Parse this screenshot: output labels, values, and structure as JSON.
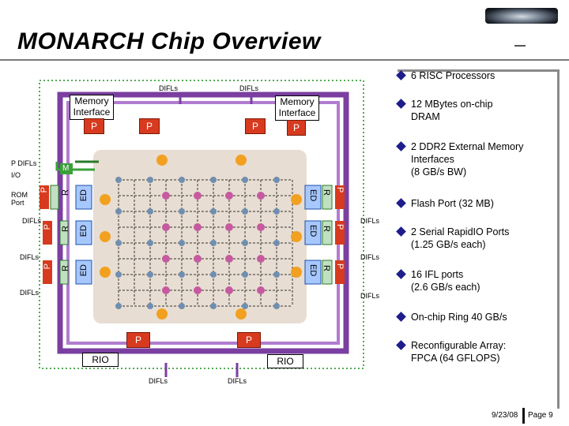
{
  "slide": {
    "title": "MONARCH Chip Overview",
    "footer_date": "9/23/08",
    "footer_page": "Page 9"
  },
  "bullets": [
    {
      "text": "6 RISC Processors"
    },
    {
      "text": "12 MBytes on-chip\nDRAM"
    },
    {
      "text": "2 DDR2 External Memory\nInterfaces\n(8 GB/s BW)"
    },
    {
      "text": "Flash Port (32 MB)"
    },
    {
      "text": "2 Serial RapidIO Ports\n(1.25 GB/s each)"
    },
    {
      "text": "16 IFL ports\n(2.6 GB/s each)"
    },
    {
      "text": "On-chip Ring 40 GB/s"
    },
    {
      "text": "Reconfigurable Array:\nFPCA (64 GFLOPS)"
    }
  ],
  "diagram": {
    "memory_interface_left": "Memory\nInterface",
    "memory_interface_right": "Memory\nInterface",
    "p_label": "P",
    "r_label": "R",
    "ed_label": "ED",
    "m_label": "M",
    "difls_label": "DIFLs",
    "p_difls_label": "P DIFLs",
    "io_label": "I/O",
    "rom_label": "ROM\nPort",
    "rio_left": "RIO",
    "rio_right": "RIO"
  },
  "colors": {
    "bullet_diamond": "#1d1d8c",
    "ring": "#7a3fa0",
    "processor": "#d73a1e",
    "array_bg": "#e8ddd2",
    "node_blue": "#6f8fb0",
    "node_pink": "#c65aa0",
    "node_orange": "#f2a020"
  }
}
